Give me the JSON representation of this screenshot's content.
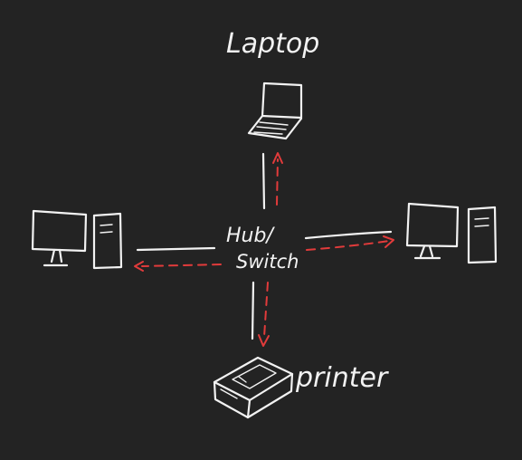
{
  "labels": {
    "laptop": "Laptop",
    "hub": "Hub/",
    "switch": "Switch",
    "printer": "printer"
  },
  "colors": {
    "background": "#232323",
    "ink": "#f2f2f2",
    "packet_arrows": "#e23b3b"
  },
  "icons": {
    "laptop": "laptop-icon",
    "left_computer": "desktop-computer-icon",
    "right_computer": "desktop-computer-icon",
    "printer": "printer-icon"
  }
}
